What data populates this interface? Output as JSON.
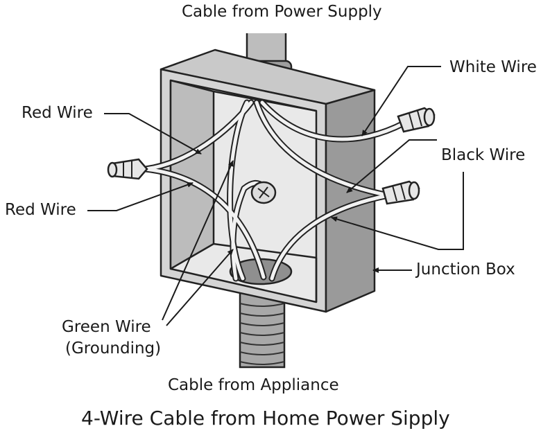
{
  "labels": {
    "cable_top": "Cable from Power Supply",
    "white_wire": "White Wire",
    "red_wire_upper": "Red Wire",
    "black_wire": "Black Wire",
    "red_wire_lower": "Red Wire",
    "junction_box": "Junction Box",
    "green_wire_line1": "Green Wire",
    "green_wire_line2": "(Grounding)",
    "cable_bottom": "Cable from Appliance"
  },
  "title": "4-Wire Cable from Home Power Sipply"
}
